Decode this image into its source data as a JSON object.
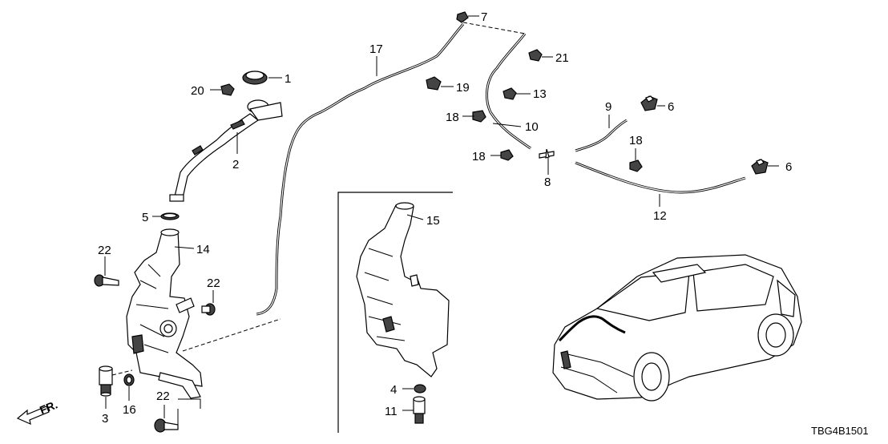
{
  "callouts": {
    "c1": "1",
    "c2": "2",
    "c3": "3",
    "c4": "4",
    "c5": "5",
    "c6a": "6",
    "c6b": "6",
    "c7": "7",
    "c8": "8",
    "c9": "9",
    "c10": "10",
    "c11": "11",
    "c12": "12",
    "c13": "13",
    "c14": "14",
    "c15": "15",
    "c16": "16",
    "c17": "17",
    "c18a": "18",
    "c18b": "18",
    "c18c": "18",
    "c19": "19",
    "c20": "20",
    "c21": "21",
    "c22a": "22",
    "c22b": "22",
    "c22c": "22"
  },
  "direction_label": "FR.",
  "diagram_code": "TBG4B1501"
}
